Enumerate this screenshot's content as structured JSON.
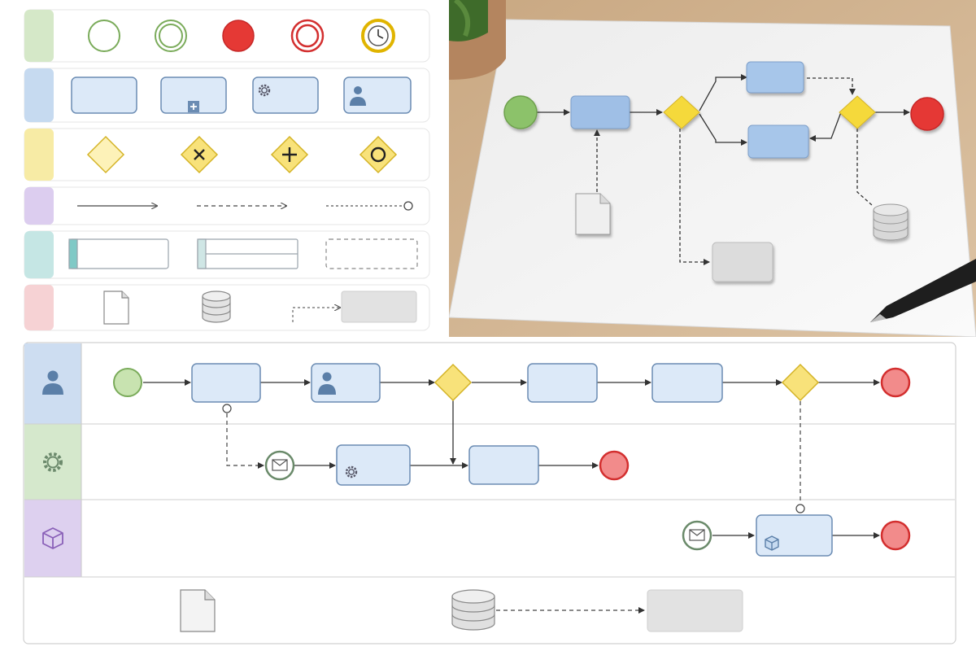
{
  "colors": {
    "events": "#d5e8c8",
    "activities": "#c6daf0",
    "gateways": "#f7eba5",
    "flows": "#dccdef",
    "swimlanes": "#c5e6e4",
    "artifacts": "#f6d2d4",
    "task_fill": "#dce9f8",
    "task_stroke": "#6b8cb3",
    "gateway_fill": "#f8e27a",
    "gateway_stroke": "#d4b326",
    "start_stroke": "#7aab5a",
    "end_red": "#e53935",
    "lane_person_bg": "#cdddf1",
    "lane_gear_bg": "#d5e8cc",
    "lane_box_bg": "#ddd0ef",
    "grey_box": "#e2e2e2",
    "desk": "#d2b493",
    "paper": "#f5f5f4"
  },
  "legend": {
    "rows": [
      {
        "category": "events",
        "items": [
          "start-event",
          "intermediate-event",
          "end-event",
          "end-event-ring",
          "timer-event"
        ]
      },
      {
        "category": "activities",
        "items": [
          "task",
          "subprocess",
          "service-task",
          "user-task"
        ]
      },
      {
        "category": "gateways",
        "items": [
          "gateway",
          "exclusive-gateway",
          "parallel-gateway",
          "inclusive-gateway"
        ]
      },
      {
        "category": "connecting-objects",
        "items": [
          "sequence-flow",
          "message-flow",
          "association"
        ]
      },
      {
        "category": "swimlanes",
        "items": [
          "pool",
          "lane",
          "group"
        ]
      },
      {
        "category": "artifacts",
        "items": [
          "data-object",
          "data-store",
          "association-to-annotation"
        ]
      }
    ]
  },
  "photo_diagram": {
    "elements": [
      "start-event",
      "task",
      "gateway-split",
      "task-upper",
      "task-lower",
      "gateway-join",
      "end-event",
      "document",
      "database",
      "annotation-box"
    ],
    "icons": [
      "plant-pot-icon",
      "pen-icon"
    ]
  },
  "pool_diagram": {
    "lanes": [
      {
        "icon": "person-icon"
      },
      {
        "icon": "gear-icon"
      },
      {
        "icon": "box-icon"
      }
    ],
    "artifact_row": [
      "document-icon",
      "database-icon",
      "annotation-box"
    ]
  }
}
